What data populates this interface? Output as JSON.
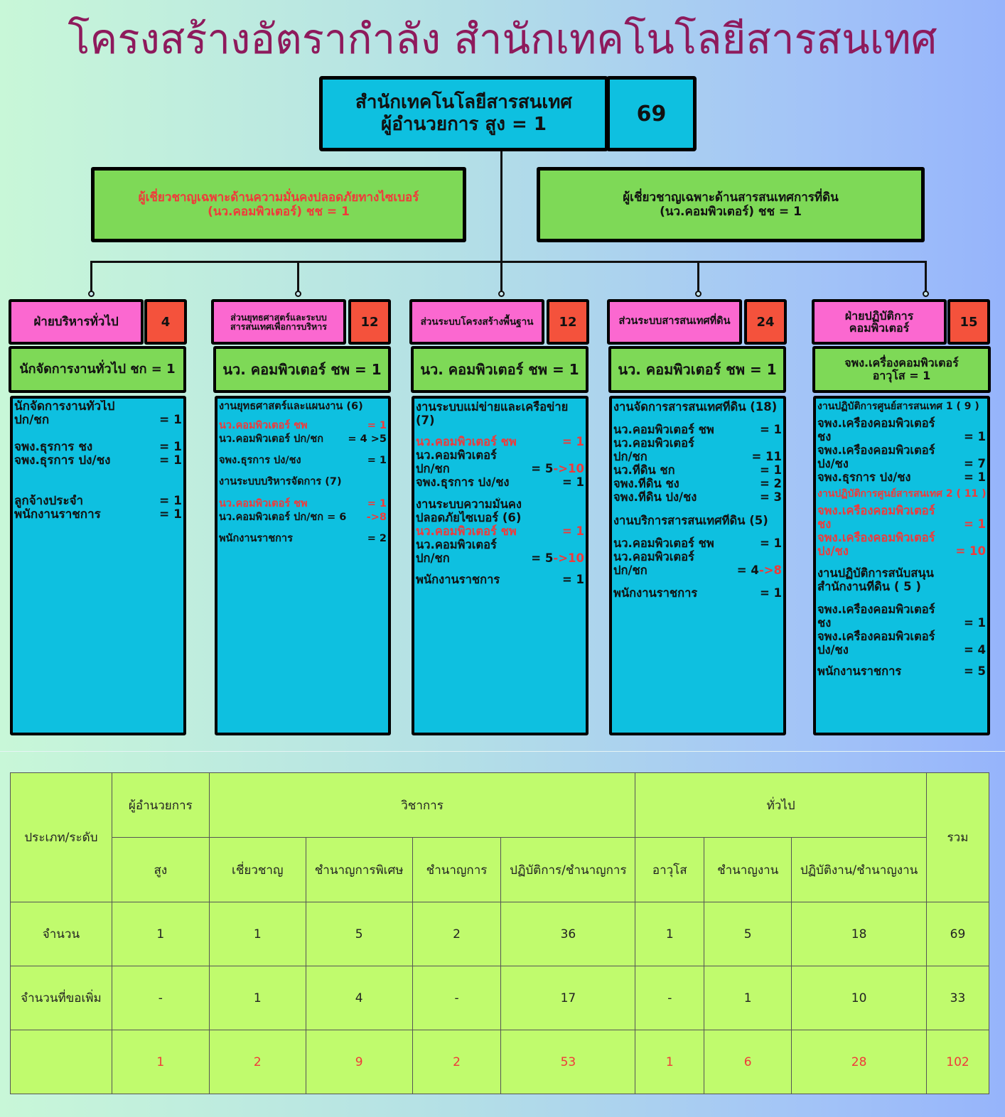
{
  "title": "โครงสร้างอัตรากำลัง สำนักเทคโนโลยีสารสนเทศ",
  "top": {
    "line1": "สำนักเทคโนโลยีสารสนเทศ",
    "line2": "ผู้อำนวยการ สูง = 1",
    "count": "69"
  },
  "experts": {
    "left": {
      "line1": "ผู้เชี่ยวชาญเฉพาะด้านความมั่นคงปลอดภัยทางไซเบอร์",
      "line2": "(นว.คอมพิวเตอร์) ชช = 1"
    },
    "right": {
      "line1": "ผู้เชี่ยวชาญเฉพาะด้านสารสนเทศการที่ดิน",
      "line2": "(นว.คอมพิวเตอร์) ชช = 1"
    }
  },
  "units": [
    {
      "name": [
        "ฝ่ายบริหารทั่วไป"
      ],
      "count": "4",
      "head": [
        "นักจัดการงานทั่วไป ชก = 1"
      ],
      "items": [
        {
          "t": "นักจัดการงานทั่วไป"
        },
        {
          "t": "ปก/ชก",
          "v": "= 1"
        },
        {
          "gap": 1
        },
        {
          "t": "จพง.ธุรการ ชง",
          "v": "= 1"
        },
        {
          "t": "จพง.ธุรการ ปง/ชง",
          "v": "= 1"
        },
        {
          "gap": 2
        },
        {
          "t": "ลูกจ้างประจำ",
          "v": "= 1"
        },
        {
          "t": "พนักงานราชการ",
          "v": "= 1"
        }
      ]
    },
    {
      "name": [
        "ส่วนยุทธศาสตร์และระบบ",
        "สารสนเทศเพื่อการบริหาร"
      ],
      "count": "12",
      "head": [
        "นว. คอมพิวเตอร์ ชพ = 1"
      ],
      "items": [
        {
          "t": "งานยุทธศาสตร์และแผนงาน (6)"
        },
        {
          "gap": 0.4
        },
        {
          "t": "นว.คอมพิวเตอร์ ชพ",
          "v": "= 1",
          "red": true
        },
        {
          "t": "นว.คอมพิวเตอร์ ปก/ชก",
          "v": "= 4 >5"
        },
        {
          "gap": 0.6
        },
        {
          "t": "จพง.ธุรการ ปง/ชง",
          "v": "= 1"
        },
        {
          "gap": 0.6
        },
        {
          "t": "งานระบบบริหารจัดการ (7)"
        },
        {
          "gap": 0.6
        },
        {
          "t": "นว.คอมพิวเตอร์ ชพ",
          "v": "= 1",
          "red": true
        },
        {
          "t": "นว.คอมพิวเตอร์ ปก/ชก = 6",
          "v": "->8",
          "vred": true
        },
        {
          "gap": 0.6
        },
        {
          "t": "พนักงานราชการ",
          "v": "= 2"
        }
      ]
    },
    {
      "name": [
        "ส่วนระบบโครงสร้างพื้นฐาน"
      ],
      "count": "12",
      "head": [
        "นว. คอมพิวเตอร์ ชพ = 1"
      ],
      "items": [
        {
          "t": "งานระบบแม่ข่ายและเครือข่าย"
        },
        {
          "t": "(7)"
        },
        {
          "gap": 0.6
        },
        {
          "t": "นว.คอมพิวเตอร์ ชพ",
          "v": "= 1",
          "red": true
        },
        {
          "t": "นว.คอมพิวเตอร์"
        },
        {
          "t": "ปก/ชก",
          "v": "= 5 ",
          "v2": "->10"
        },
        {
          "t": "จพง.ธุรการ ปง/ชง",
          "v": "= 1"
        },
        {
          "gap": 0.6
        },
        {
          "t": "งานระบบความมั่นคง"
        },
        {
          "t": "ปลอดภัยไซเบอร์ (6)"
        },
        {
          "t": "นว.คอมพิวเตอร์ ชพ",
          "v": "= 1",
          "red": true
        },
        {
          "t": "นว.คอมพิวเตอร์"
        },
        {
          "t": "ปก/ชก",
          "v": "= 5 ",
          "v2": "->10"
        },
        {
          "gap": 0.6
        },
        {
          "t": "พนักงานราชการ",
          "v": "= 1"
        }
      ]
    },
    {
      "name": [
        "ส่วนระบบสารสนเทศที่ดิน"
      ],
      "count": "24",
      "head": [
        "นว. คอมพิวเตอร์ ชพ = 1"
      ],
      "items": [
        {
          "t": "งานจัดการสารสนเทศที่ดิน (18)"
        },
        {
          "gap": 0.7
        },
        {
          "t": "นว.คอมพิวเตอร์ ชพ",
          "v": "= 1"
        },
        {
          "t": "นว.คอมพิวเตอร์"
        },
        {
          "t": "ปก/ชก",
          "v": "= 11"
        },
        {
          "t": "นว.ที่ดิน ชก",
          "v": "= 1"
        },
        {
          "t": "จพง.ที่ดิน ชง",
          "v": "= 2"
        },
        {
          "t": "จพง.ที่ดิน ปง/ชง",
          "v": "= 3"
        },
        {
          "gap": 0.7
        },
        {
          "t": "งานบริการสารสนเทศที่ดิน (5)"
        },
        {
          "gap": 0.7
        },
        {
          "t": "นว.คอมพิวเตอร์ ชพ",
          "v": "= 1"
        },
        {
          "t": "นว.คอมพิวเตอร์"
        },
        {
          "t": "ปก/ชก",
          "v": "= 4 ",
          "v2": "->8"
        },
        {
          "gap": 0.7
        },
        {
          "t": "พนักงานราชการ",
          "v": "= 1"
        }
      ]
    },
    {
      "name": [
        "ฝ่ายปฏิบัติการ",
        "คอมพิวเตอร์"
      ],
      "count": "15",
      "head": [
        "จพง.เครื่องคอมพิวเตอร์",
        "อาวุโส = 1"
      ],
      "items": [
        {
          "t": "งานปฏิบัติการศูนย์สารสนเทศ 1 ( 9 )",
          "small": true
        },
        {
          "gap": 0.2
        },
        {
          "t": "จพง.เครื่องคอมพิวเตอร์"
        },
        {
          "t": "ชง",
          "v": "= 1"
        },
        {
          "t": "จพง.เครื่องคอมพิวเตอร์"
        },
        {
          "t": "ปง/ชง",
          "v": "= 7"
        },
        {
          "t": "จพง.ธุรการ ปง/ชง",
          "v": "= 1"
        },
        {
          "gap": 0.3
        },
        {
          "t": "งานปฏิบัติการศูนย์สารสนเทศ 2 ( 11 )",
          "small": true,
          "red": true
        },
        {
          "gap": 0.2
        },
        {
          "t": "จพง.เครื่องคอมพิวเตอร์",
          "red": true
        },
        {
          "t": "ชง",
          "v": "= 1",
          "red": true
        },
        {
          "t": "จพง.เครื่องคอมพิวเตอร์",
          "red": true
        },
        {
          "t": "ปง/ชง",
          "v": "= 10",
          "red": true
        },
        {
          "gap": 0.6
        },
        {
          "t": "งานปฏิบัติการสนับสนุน"
        },
        {
          "t": "สำนักงานที่ดิน ( 5 )"
        },
        {
          "gap": 0.7
        },
        {
          "t": "จพง.เครื่องคอมพิวเตอร์"
        },
        {
          "t": "ชง",
          "v": "= 1"
        },
        {
          "t": "จพง.เครื่องคอมพิวเตอร์"
        },
        {
          "t": "ปง/ชง",
          "v": "= 4"
        },
        {
          "gap": 0.6
        },
        {
          "t": "พนักงานราชการ",
          "v": "= 5"
        }
      ]
    }
  ],
  "table": {
    "row_header": "ประเภท/ระดับ",
    "groups": [
      "ผู้อำนวยการ",
      "วิชาการ",
      "ทั่วไป"
    ],
    "total_header": "รวม",
    "levels": [
      "สูง",
      "เชี่ยวชาญ",
      "ชำนาญการพิเศษ",
      "ชำนาญการ",
      "ปฏิบัติการ/ชำนาญการ",
      "อาวุโส",
      "ชำนาญงาน",
      "ปฏิบัติงาน/ชำนาญงาน"
    ],
    "rows": [
      {
        "label": "จำนวน",
        "values": [
          "1",
          "1",
          "5",
          "2",
          "36",
          "1",
          "5",
          "18",
          "69"
        ]
      },
      {
        "label": "จำนวนที่ขอเพิ่ม",
        "values": [
          "-",
          "1",
          "4",
          "-",
          "17",
          "-",
          "1",
          "10",
          "33"
        ]
      },
      {
        "label": "",
        "values": [
          "1",
          "2",
          "9",
          "2",
          "53",
          "1",
          "6",
          "28",
          "102"
        ]
      }
    ]
  }
}
